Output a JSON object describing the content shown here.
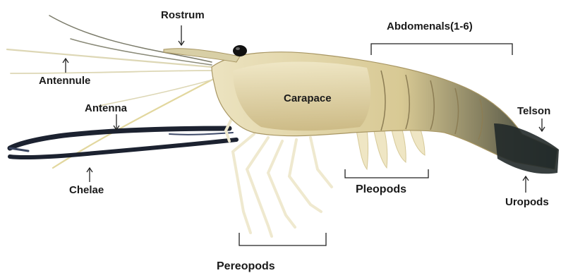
{
  "labels": {
    "rostrum": "Rostrum",
    "abdomenals": "Abdomenals(1-6)",
    "antennule": "Antennule",
    "carapace": "Carapace",
    "antenna": "Antenna",
    "telson": "Telson",
    "chelae": "Chelae",
    "pleopods": "Pleopods",
    "uropods": "Uropods",
    "pereopods": "Pereopods"
  },
  "colors": {
    "body": "#e3d6a8",
    "body_shadow": "#b9a875",
    "tail": "#2c3534",
    "claw": "#1c2230",
    "leg": "#efe9cf",
    "annotation": "#222222"
  }
}
